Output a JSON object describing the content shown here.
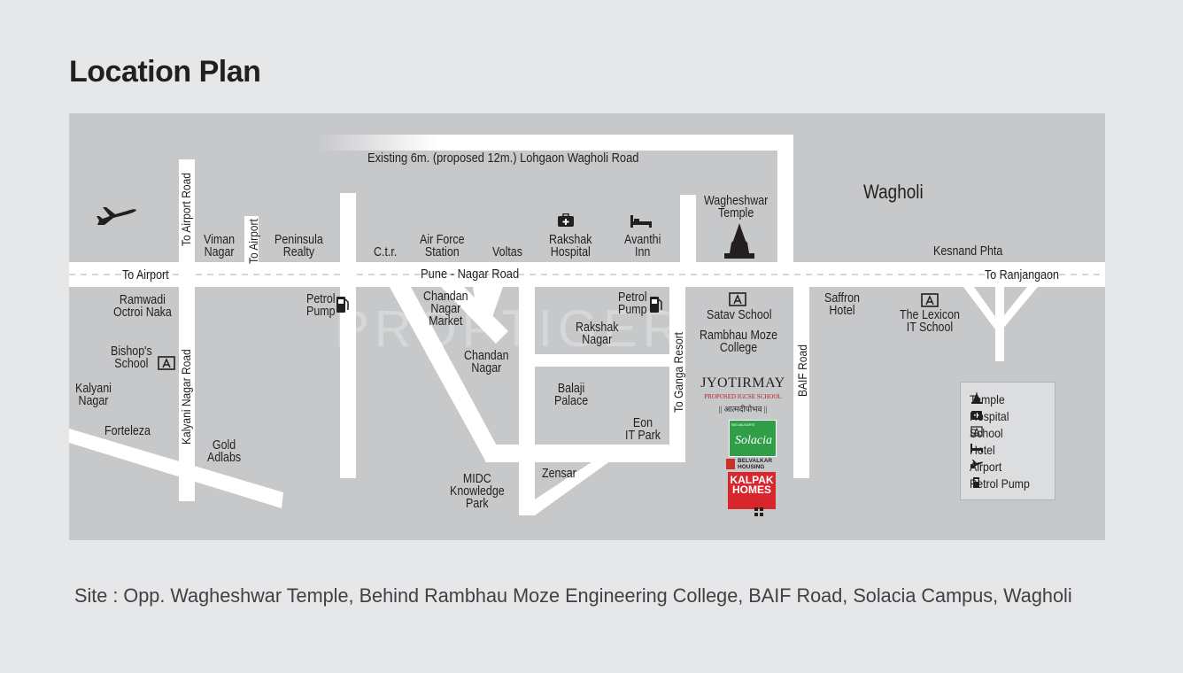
{
  "title": "Location Plan",
  "footer": "Site : Opp. Wagheshwar Temple, Behind Rambhau Moze Engineering College, BAIF Road, Solacia Campus, Wagholi",
  "watermark": "PROPTIGER",
  "roads": {
    "main": "Pune - Nagar Road",
    "top": "Existing 6m. (proposed 12m.) Lohgaon Wagholi Road",
    "airport_road_1": "To Airport Road",
    "airport_road_2": "To Airport",
    "kalyani": "Kalyani Nagar Road",
    "ganga": "To Ganga Resort",
    "baif": "BAIF Road",
    "to_airport": "To Airport",
    "to_ranjangaon": "To Ranjangaon"
  },
  "places": {
    "wagholi": "Wagholi",
    "viman_nagar": "Viman\nNagar",
    "peninsula": "Peninsula\nRealty",
    "ctr": "C.t.r.",
    "air_force": "Air Force\nStation",
    "voltas": "Voltas",
    "rakshak_hospital": "Rakshak\nHospital",
    "avanthi_inn": "Avanthi\nInn",
    "wagheshwar": "Wagheshwar\nTemple",
    "kesnand": "Kesnand Phta",
    "ramwadi": "Ramwadi\nOctroi Naka",
    "bishops": "Bishop's\nSchool",
    "kalyani_nagar": "Kalyani\nNagar",
    "forteleza": "Forteleza",
    "gold_adlabs": "Gold\nAdlabs",
    "petrol_pump_1": "Petrol\nPump",
    "chandan_market": "Chandan\nNagar\nMarket",
    "chandan_nagar": "Chandan\nNagar",
    "rakshak_nagar": "Rakshak\nNagar",
    "petrol_pump_2": "Petrol\nPump",
    "balaji": "Balaji\nPalace",
    "eon": "Eon\nIT Park",
    "zensar": "Zensar",
    "midc": "MIDC\nKnowledge\nPark",
    "satav": "Satav School",
    "rambhau": "Rambhau Moze\nCollege",
    "saffron": "Saffron\nHotel",
    "lexicon": "The Lexicon\nIT School"
  },
  "logos": {
    "jyotirmay": "JYOTIRMAY",
    "jyotirmay_sub": "PROPOSED IGCSE SCHOOL",
    "jyotirmay_motto": "|| आत्मदीपोभव ||",
    "solacia_top": "BELVALKAR'S",
    "solacia": "Solacia",
    "belvalkar": "BELVALKAR\nHOUSING",
    "kalpak": "KALPAK\nHOMES"
  },
  "legend": [
    {
      "icon": "temple-icon",
      "label": "Temple"
    },
    {
      "icon": "hospital-icon",
      "label": "Hospital"
    },
    {
      "icon": "school-icon",
      "label": "School"
    },
    {
      "icon": "hotel-icon",
      "label": "Hotel"
    },
    {
      "icon": "airport-icon",
      "label": "Airport"
    },
    {
      "icon": "petrol-pump-icon",
      "label": "Petrol Pump"
    }
  ],
  "colors": {
    "background": "#e6e7e8",
    "map": "#c7c8ca",
    "road": "#ffffff",
    "text": "#231f20",
    "solacia_green": "#2f9e47",
    "kalpak_red": "#d8262d"
  }
}
